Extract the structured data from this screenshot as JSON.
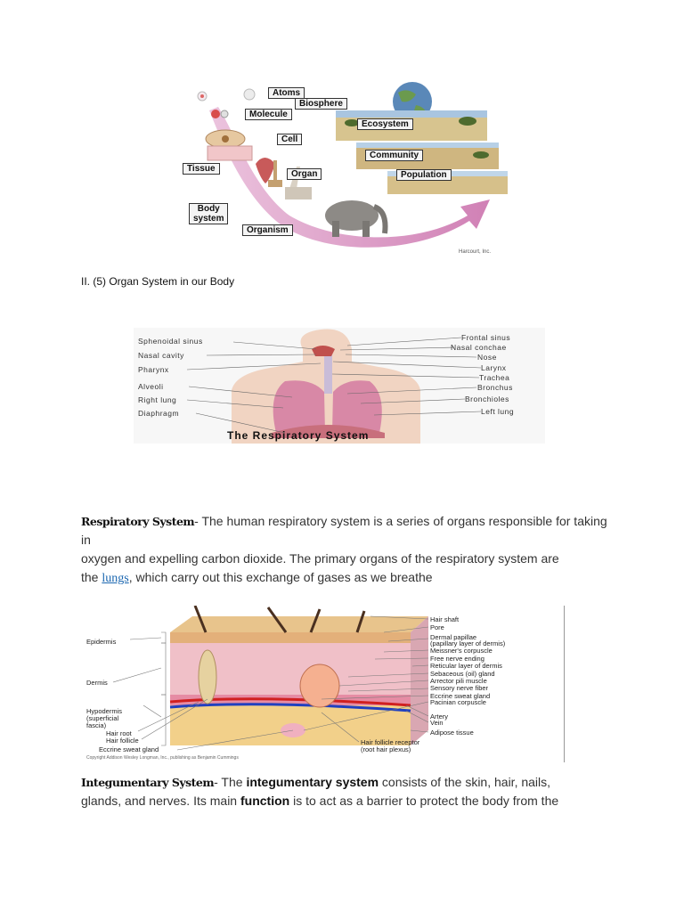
{
  "levels_figure": {
    "labels": {
      "atoms": "Atoms",
      "biosphere": "Biosphere",
      "molecule": "Molecule",
      "ecosystem": "Ecosystem",
      "cell": "Cell",
      "community": "Community",
      "tissue": "Tissue",
      "organ": "Organ",
      "population": "Population",
      "body_system_line1": "Body",
      "body_system_line2": "system",
      "organism": "Organism"
    },
    "credit": "Harcourt, Inc."
  },
  "section_heading": "II. (5) Organ System in our Body",
  "respiratory_figure": {
    "title": "The Respiratory System",
    "left_labels": [
      "Sphenoidal sinus",
      "Nasal cavity",
      "Pharynx",
      "Alveoli",
      "Right lung",
      "Diaphragm"
    ],
    "right_labels": [
      "Frontal sinus",
      "Nasal conchae",
      "Nose",
      "Larynx",
      "Trachea",
      "Bronchus",
      "Bronchioles",
      "Left lung"
    ]
  },
  "respiratory_text": {
    "name": "Respiratory System",
    "line1": "- The human respiratory system is a series of organs responsible for taking in",
    "line2": "oxygen and expelling carbon dioxide. The primary organs of the respiratory system are",
    "line3_pre": "the ",
    "link": "lungs",
    "line3_post": ", which carry out this exchange of gases as we breathe"
  },
  "skin_figure": {
    "left_labels": [
      "Epidermis",
      "Dermis",
      "Hypodermis (superficial fascia)",
      "Hair root",
      "Hair follicle",
      "Eccrine sweat gland"
    ],
    "right_labels": [
      "Hair shaft",
      "Pore",
      "Dermal papillae",
      "(papillary layer of dermis)",
      "Meissner's corpuscle",
      "Free nerve ending",
      "Reticular layer of dermis",
      "Sebaceous (oil) gland",
      "Arrector pili muscle",
      "Sensory nerve fiber",
      "Eccrine sweat gland",
      "Pacinian corpuscle",
      "Artery",
      "Vein",
      "Adipose tissue",
      "Hair follicle receptor",
      "(root hair plexus)"
    ],
    "credit": "Copyright Addison Wesley Longman, Inc., publishing as Benjamin Cummings"
  },
  "integumentary_text": {
    "name": "Integumentary System",
    "line1_a": "- The ",
    "line1_bold": "integumentary system",
    "line1_b": " consists of the skin, hair, nails,",
    "line2_a": "glands, and nerves. Its main ",
    "line2_bold": "function",
    "line2_b": " is to act as a barrier to protect the body from the"
  }
}
